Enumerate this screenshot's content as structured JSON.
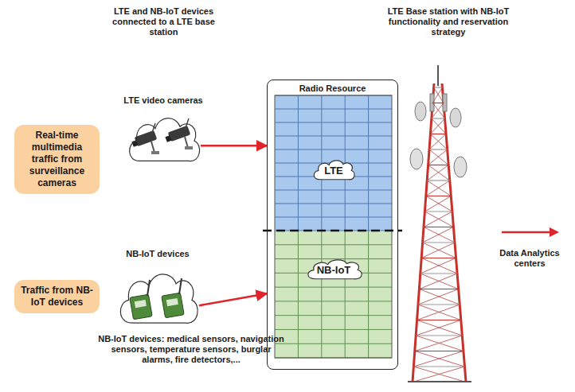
{
  "diagram": {
    "nodes": [
      {
        "text": [
          "Real-time multimedia traffic from surveillance cameras"
        ]
      },
      {
        "text": [
          "LTE video cameras"
        ]
      },
      {
        "text": [
          "Radio Resource"
        ]
      },
      {
        "text": [
          "LTE"
        ],
        "in": 2
      },
      {
        "text": [
          "NB-IoT"
        ],
        "in": 2
      },
      {
        "text": [
          "Traffic from NB-IoT devices"
        ]
      },
      {
        "text": [
          "NB-IoT devices"
        ]
      }
    ],
    "edges": [
      {
        "from": 1,
        "to": 2,
        "arrow": "to"
      },
      {
        "from": 6,
        "to": 2,
        "arrow": "to"
      }
    ],
    "labels": [
      "LTE and NB-IoT devices connected to a LTE base station",
      "LTE Base station with NB-IoT functionality and reservation strategy",
      "Data Analytics centers",
      "NB-IoT devices: medical sensors, navigation sensors, temperature sensors, burglar alarms, fire detectors,..."
    ]
  }
}
